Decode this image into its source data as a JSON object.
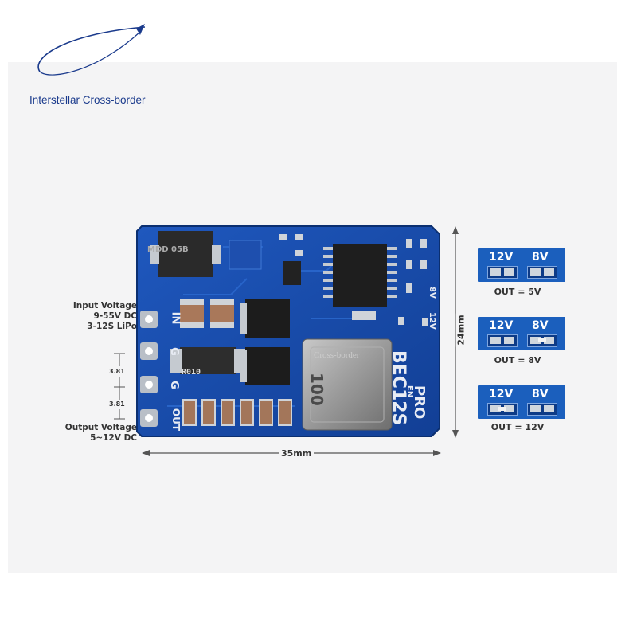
{
  "brand": {
    "name": "Interstellar Cross-border"
  },
  "watermark": "Cross-border",
  "board": {
    "name": "BEC12S",
    "variant": "PRO",
    "inductor_marking": "100",
    "resistor_marking": "R010",
    "diode_marking": "MDD 05B",
    "pins": [
      "IN",
      "G",
      "G",
      "OUT"
    ],
    "en_label": "EN",
    "v12_label": "12V",
    "v8_label": "8V"
  },
  "specs": {
    "input_title": "Input Voltage",
    "input_voltage": "9-55V DC",
    "input_cells": "3-12S LiPo",
    "output_title": "Output Voltage",
    "output_voltage": "5~12V DC",
    "pin_pitch_1": "3.81",
    "pin_pitch_2": "3.81"
  },
  "dimensions": {
    "width": "35mm",
    "height": "24mm"
  },
  "jumpers": [
    {
      "left": "12V",
      "right": "8V",
      "caption": "OUT = 5V"
    },
    {
      "left": "12V",
      "right": "8V",
      "caption": "OUT = 8V"
    },
    {
      "left": "12V",
      "right": "8V",
      "caption": "OUT = 12V"
    }
  ],
  "colors": {
    "pcb": "#1a4fb0",
    "pcb_dark": "#0e3a8a",
    "brand": "#1a3a8c",
    "solder": "#c9ced4"
  }
}
